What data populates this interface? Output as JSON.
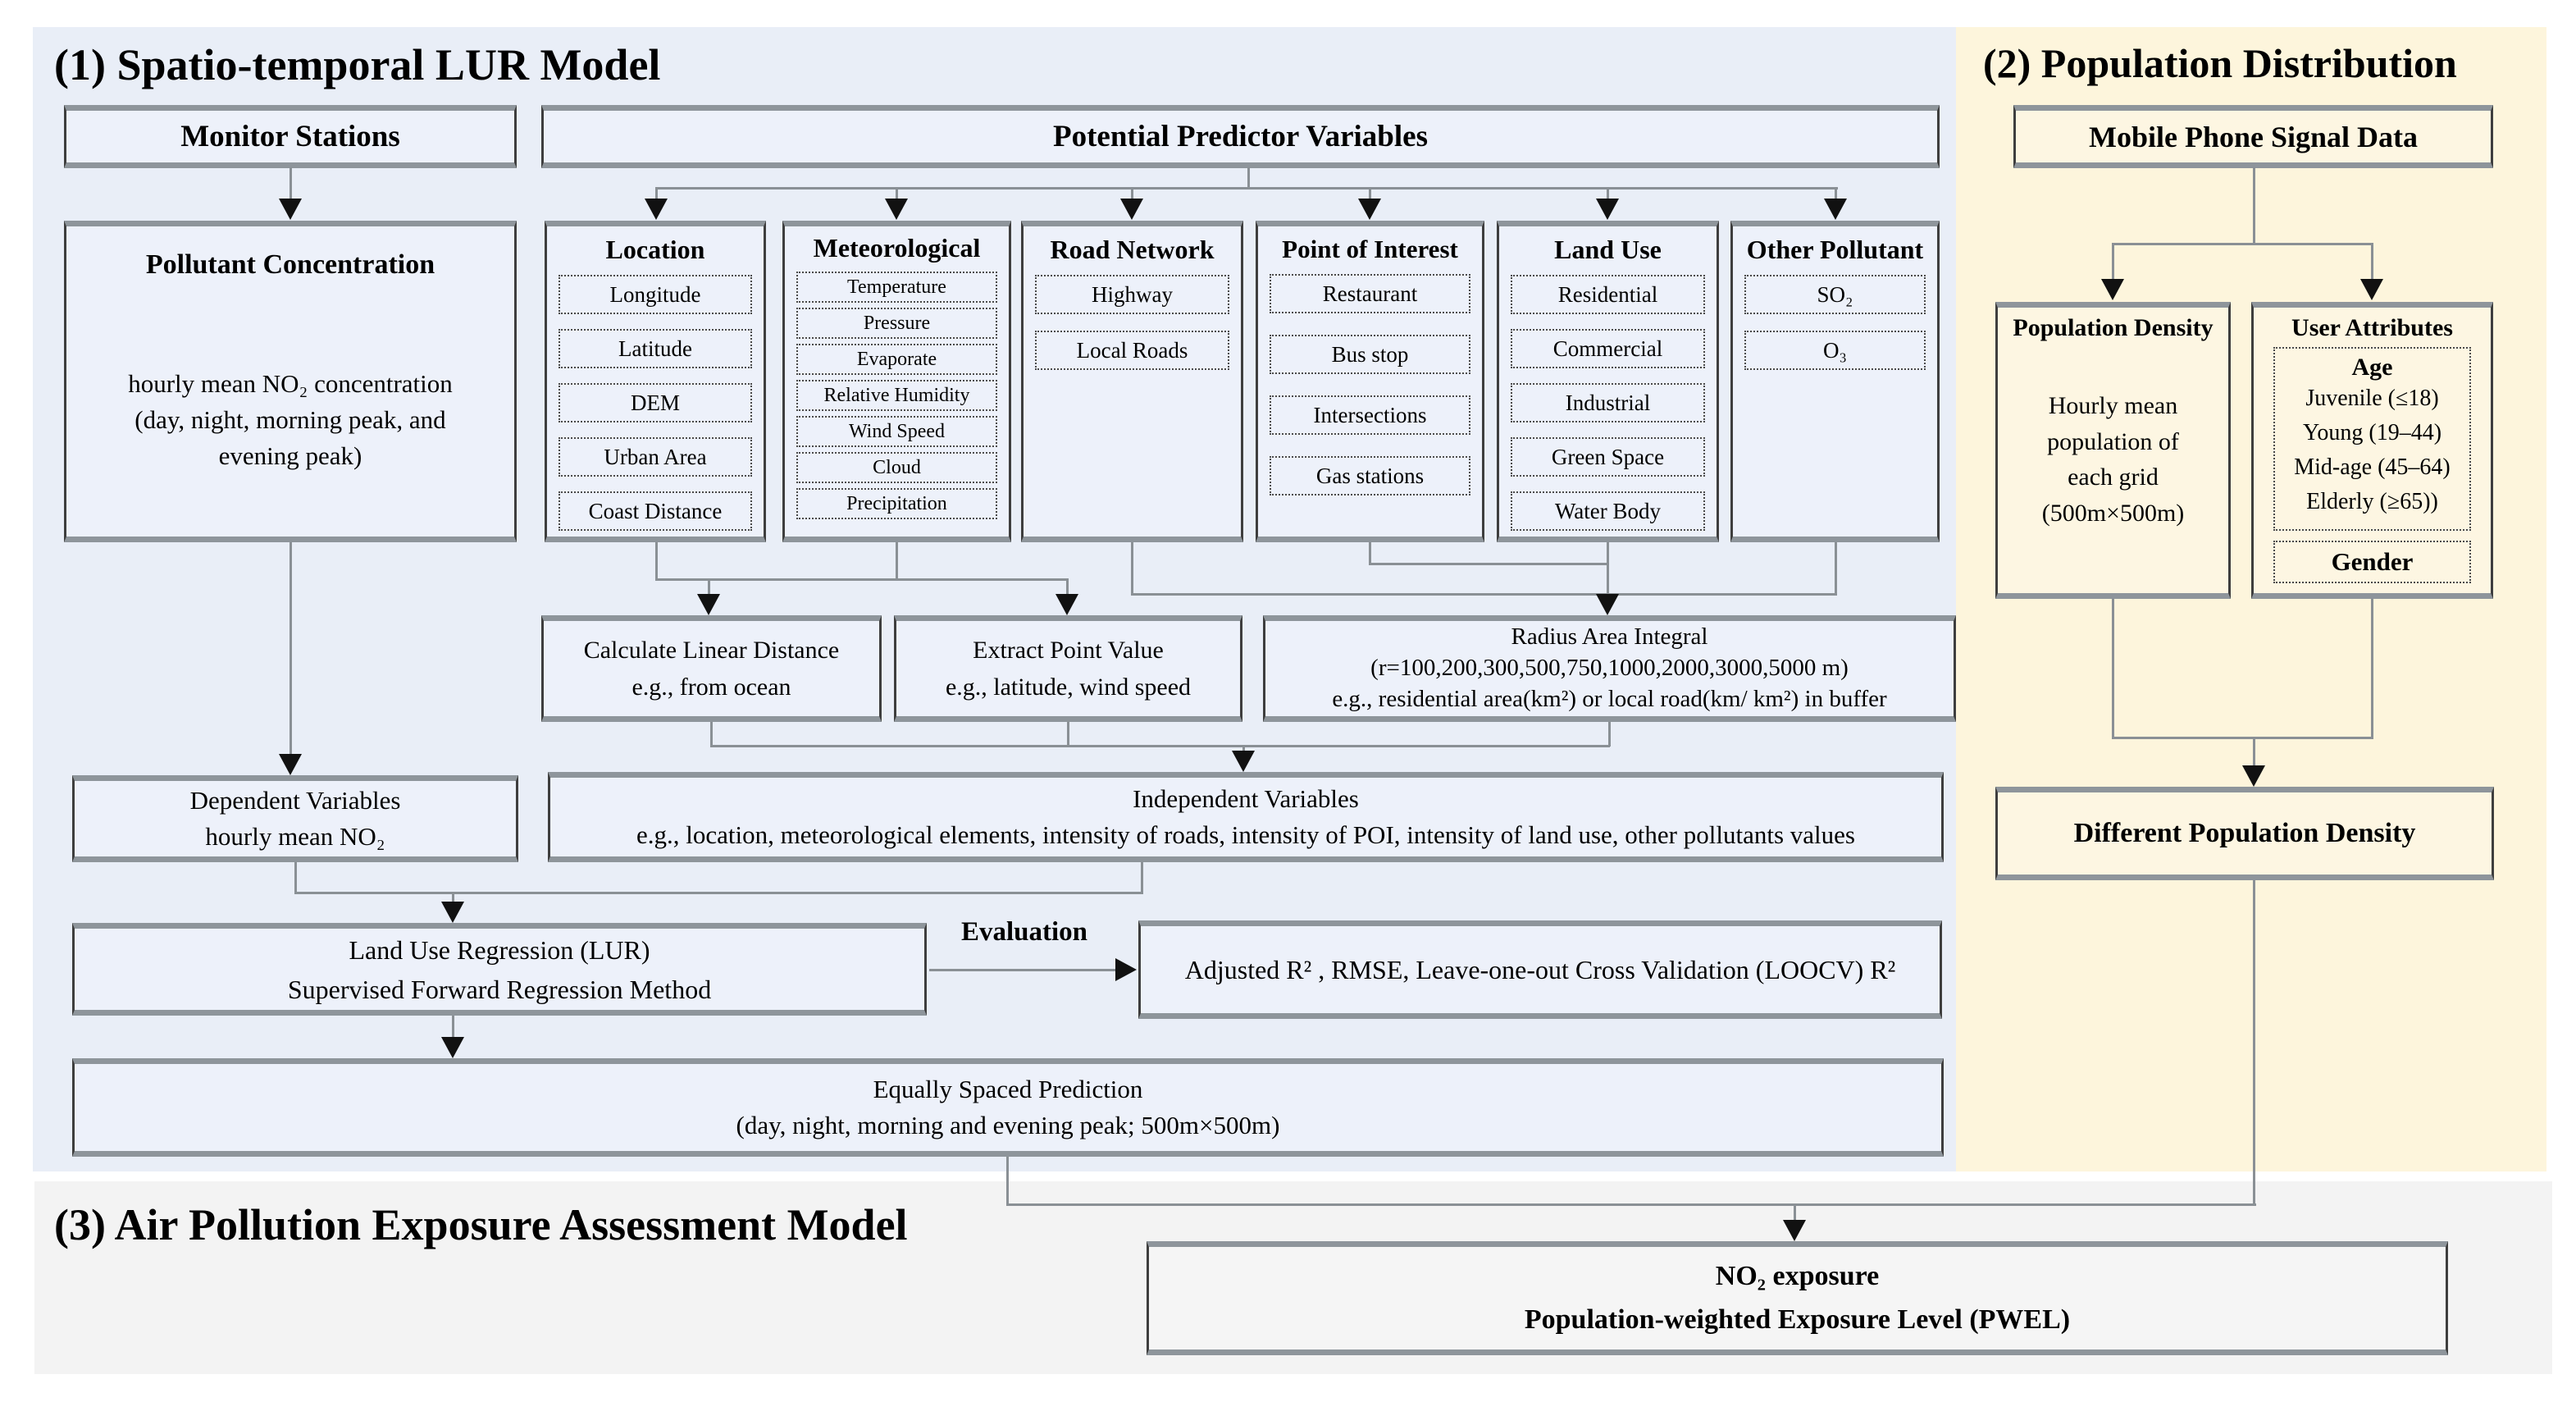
{
  "colors": {
    "lur_panel": "#e9eef7",
    "population_panel": "#fdf5dc",
    "exposure_panel": "#f3f3f3",
    "connector_line": "#8a9095",
    "arrowhead": "#111111"
  },
  "sections": {
    "lur": "(1) Spatio-temporal LUR Model",
    "population": "(2) Population Distribution",
    "exposure": "(3) Air Pollution Exposure Assessment Model"
  },
  "top_boxes": {
    "monitor": "Monitor Stations",
    "predictors": "Potential Predictor Variables",
    "mobile": "Mobile Phone Signal Data"
  },
  "pollutant": {
    "title": "Pollutant Concentration",
    "body": "hourly mean NO₂ concentration\n(day, night, morning peak, and\nevening peak)"
  },
  "predictor_columns": [
    {
      "title": "Location",
      "items": [
        "Longitude",
        "Latitude",
        "DEM",
        "Urban Area",
        "Coast Distance"
      ]
    },
    {
      "title": "Meteorological",
      "items": [
        "Temperature",
        "Pressure",
        "Evaporate",
        "Relative Humidity",
        "Wind Speed",
        "Cloud",
        "Precipitation"
      ]
    },
    {
      "title": "Road Network",
      "items": [
        "Highway",
        "Local Roads"
      ]
    },
    {
      "title": "Point of Interest",
      "items": [
        "Restaurant",
        "Bus stop",
        "Intersections",
        "Gas stations"
      ]
    },
    {
      "title": "Land Use",
      "items": [
        "Residential",
        "Commercial",
        "Industrial",
        "Green Space",
        "Water Body"
      ]
    },
    {
      "title": "Other Pollutant",
      "items": [
        "SO₂",
        "O₃"
      ]
    }
  ],
  "process": {
    "calculate": "Calculate Linear Distance\ne.g., from ocean",
    "extract": "Extract Point Value\ne.g., latitude, wind speed",
    "radius": "Radius Area Integral\n(r=100,200,300,500,750,1000,2000,3000,5000 m)\ne.g., residential area(km²) or local road(km/ km²) in buffer"
  },
  "regression": {
    "dependent": "Dependent Variables\nhourly mean NO₂",
    "independent": "Independent Variables\ne.g., location, meteorological elements, intensity of roads, intensity of POI, intensity of land use, other pollutants values",
    "lur": "Land Use Regression (LUR)\nSupervised Forward Regression Method",
    "evaluation_label": "Evaluation",
    "metrics": "Adjusted R² , RMSE, Leave-one-out Cross Validation (LOOCV) R²",
    "prediction": "Equally Spaced Prediction\n(day, night, morning and evening peak; 500m×500m)"
  },
  "population": {
    "density_title": "Population Density",
    "density_body": "Hourly mean\npopulation of\neach grid\n(500m×500m)",
    "user_title": "User Attributes",
    "age_title": "Age",
    "age_groups": "Juvenile (≤18)\nYoung (19–44)\nMid-age (45–64)\nElderly (≥65))",
    "gender": "Gender",
    "different_density": "Different Population Density"
  },
  "result": {
    "exposure": "NO₂ exposure\nPopulation-weighted Exposure Level (PWEL)"
  }
}
